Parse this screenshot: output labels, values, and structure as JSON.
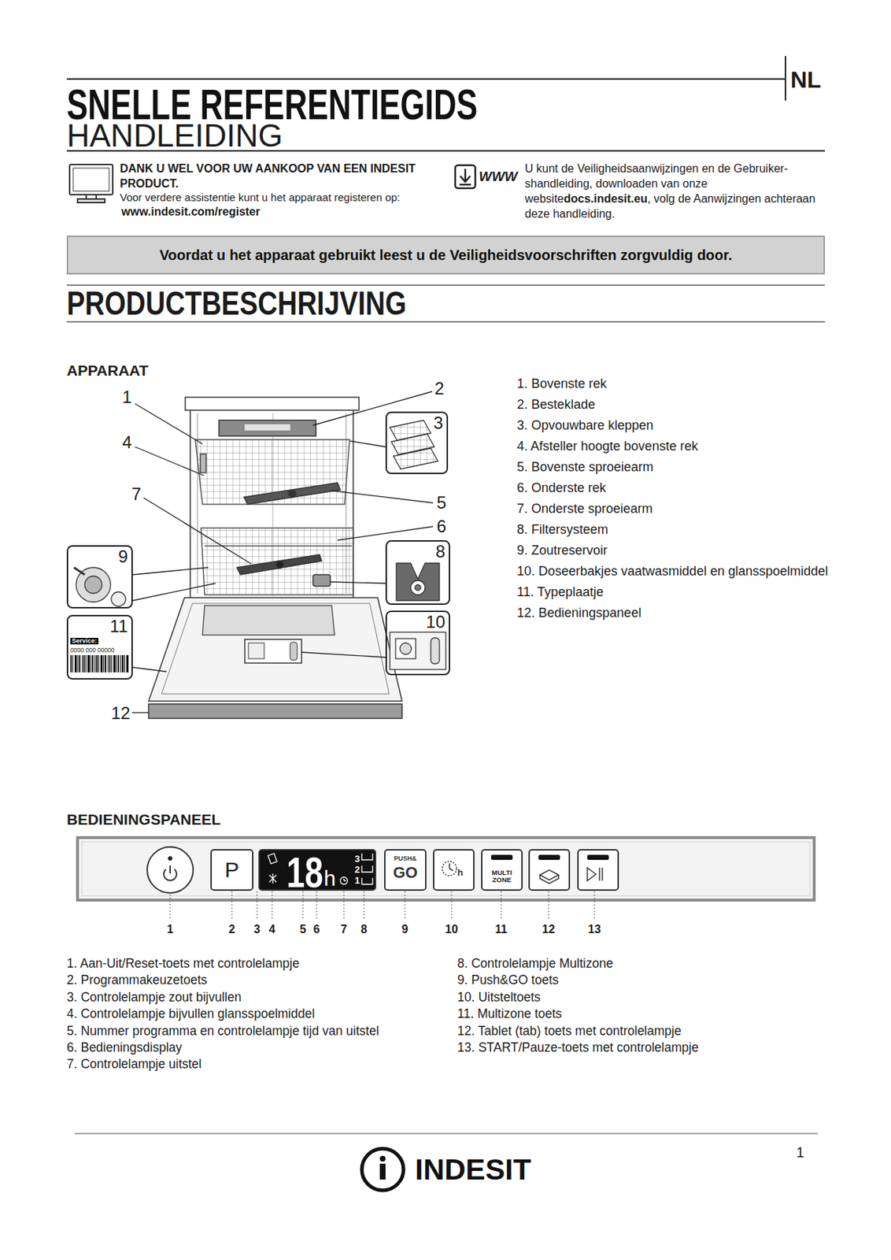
{
  "diagram": {
    "title": "SNELLE REFERENTIEGIDS",
    "nodes": [
      {
        "text": [
          "Voordat u het apparaat gebruikt leest u de Veiligheidsvoorschriften zorgvuldig door."
        ]
      },
      {
        "text": [
          "3"
        ]
      },
      {
        "text": [
          "9"
        ]
      },
      {
        "text": [
          "8"
        ]
      },
      {
        "text": [
          "11",
          "Service:",
          "0000 000 00000"
        ]
      },
      {
        "text": [
          "10"
        ]
      },
      {
        "text": [
          "P"
        ]
      },
      {
        "text": [
          "18",
          "h",
          "3",
          "2",
          "1"
        ]
      },
      {
        "text": [
          "PUSH&",
          "GO"
        ]
      },
      {
        "text": [
          "MULTI ZONE"
        ]
      }
    ],
    "labels": [
      "HANDLEIDING",
      "NL",
      "DANK U WEL VOOR UW AANKOOP VAN EEN INDESIT PRODUCT.",
      "Voor verdere assistentie kunt u het apparaat registeren op:",
      "www.indesit.com/register",
      "WWW",
      "U kunt de Veiligheidsaanwijzingen en de Gebruiker-shandleiding, downloaden van onze website",
      "docs.indesit.eu",
      ", volg de Aanwijzingen achteraan deze handleiding.",
      "PRODUCTBESCHRIJVING",
      "APPARAAT",
      "1",
      "2",
      "4",
      "5",
      "6",
      "7",
      "12",
      "1. Bovenste rek",
      "2. Besteklade",
      "3. Opvouwbare kleppen",
      "4. Afsteller hoogte bovenste rek",
      "5. Bovenste sproeiearm",
      "6. Onderste rek",
      "7. Onderste sproeiearm",
      "8. Filtersysteem",
      "9. Zoutreservoir",
      "10. Doseerbakjes vaatwasmiddel en glansspoelmiddel",
      "11. Typeplaatje",
      "12. Bedieningspaneel",
      "BEDIENINGSPANEEL",
      "1",
      "2",
      "3",
      "4",
      "5",
      "6",
      "7",
      "8",
      "9",
      "10",
      "11",
      "12",
      "13",
      "1. Aan-Uit/Reset-toets met controlelampje",
      "2. Programmakeuzetoets",
      "3. Controlelampje zout bijvullen",
      "4. Controlelampje bijvullen glansspoelmiddel",
      "5. Nummer programma en controlelampje tijd van uitstel",
      "6. Bedieningsdisplay",
      "7. Controlelampje uitstel",
      "8. Controlelampje Multizone",
      "9. Push&GO toets",
      "10. Uitsteltoets",
      "11. Multizone toets",
      "12. Tablet (tab) toets met controlelampje",
      "13. START/Pauze-toets met controlelampje",
      "INDESIT",
      "1",
      "h"
    ]
  }
}
